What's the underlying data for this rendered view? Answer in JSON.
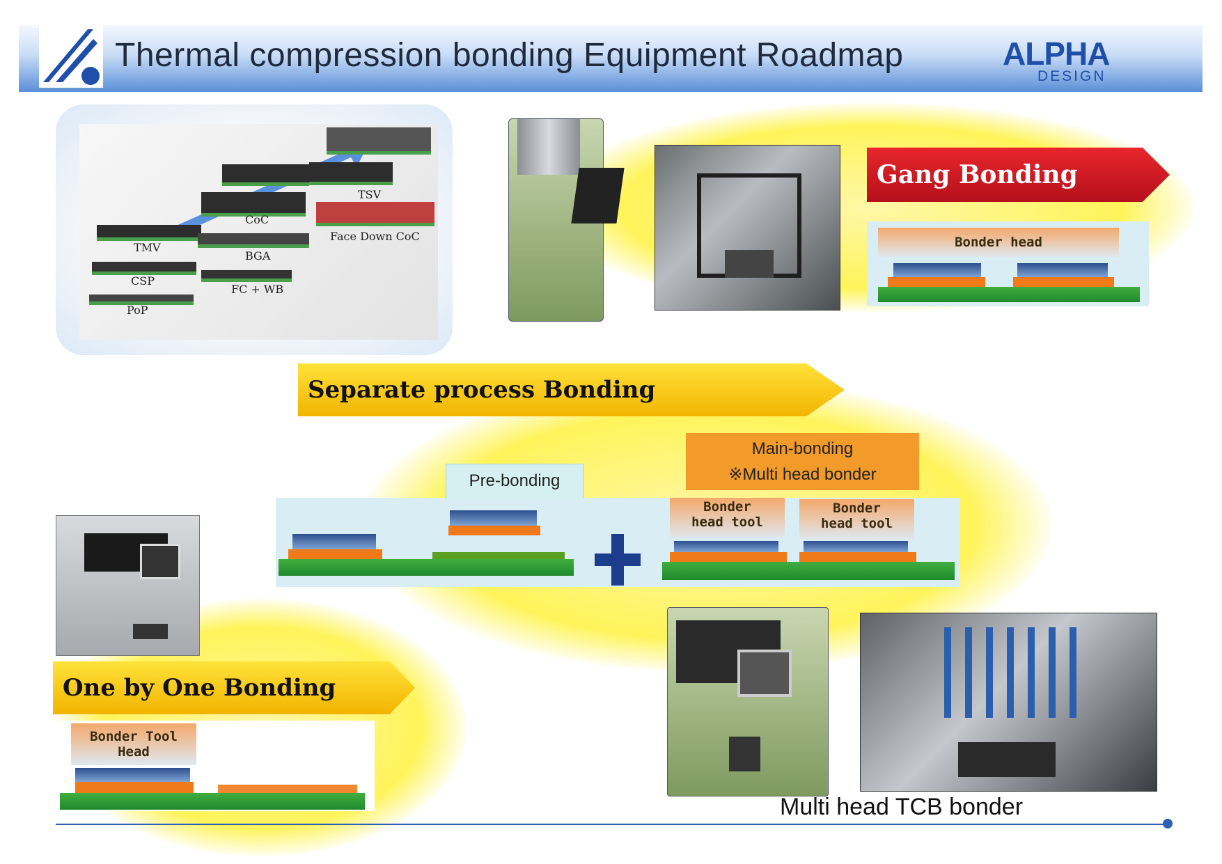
{
  "header": {
    "title": "Thermal compression bonding Equipment Roadmap",
    "brand": "ALPHA",
    "brand_sub": "DESIGN"
  },
  "packages": {
    "labels": [
      "TMV",
      "CSP",
      "PoP",
      "CoC",
      "BGA",
      "FC + WB",
      "TSV",
      "Face Down CoC"
    ]
  },
  "gang": {
    "arrow_label": "Gang Bonding",
    "bonder_head": "Bonder head"
  },
  "separate": {
    "arrow_label": "Separate process Bonding",
    "pre_bonding": "Pre-bonding",
    "main_bonding_line1": "Main-bonding",
    "main_bonding_line2": "※Multi head bonder",
    "head1_line1": "Bonder",
    "head1_line2": "head  tool",
    "head2_line1": "Bonder",
    "head2_line2": "head  tool"
  },
  "one_by_one": {
    "arrow_label": "One by One Bonding",
    "head_line1": "Bonder  Tool",
    "head_line2": "Head"
  },
  "multi_head": {
    "caption": "Multi head TCB bonder"
  },
  "colors": {
    "header_blue": "#5b8fd8",
    "brand_blue": "#1f4fa8",
    "arrow_yellow": "#f2b400",
    "arrow_red": "#c8141e",
    "plus_blue": "#1c3c8c",
    "pre_bonding_bg": "#d6f0f2",
    "main_bonding_bg": "#f29a2a"
  }
}
